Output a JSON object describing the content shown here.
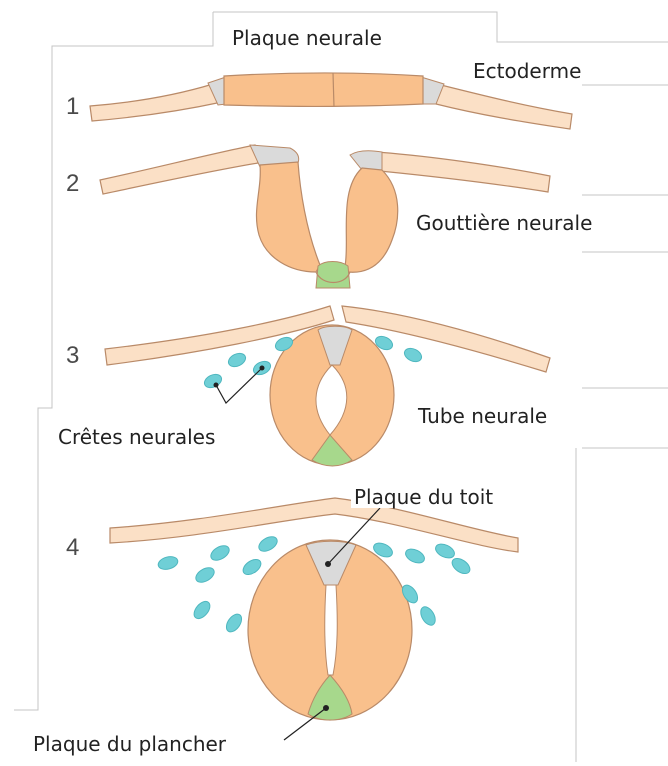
{
  "labels": {
    "plaque_neurale": "Plaque neurale",
    "ectoderme": "Ectoderme",
    "gouttiere_neurale": "Gouttière neurale",
    "tube_neurale": "Tube neurale",
    "cretes_neurales": "Crêtes neurales",
    "plaque_du_toit": "Plaque du toit",
    "plaque_du_plancher": "Plaque du plancher"
  },
  "stages": [
    "1",
    "2",
    "3",
    "4"
  ],
  "colors": {
    "ectoderm_fill": "#fbe0c6",
    "neural_fill": "#f9c08c",
    "outline": "#b98a68",
    "roof_fill": "#dadada",
    "floor_fill": "#a7d88c",
    "crest_fill": "#6fcfd6",
    "crest_stroke": "#4fb7bf",
    "frame": "#bfbfbf"
  }
}
